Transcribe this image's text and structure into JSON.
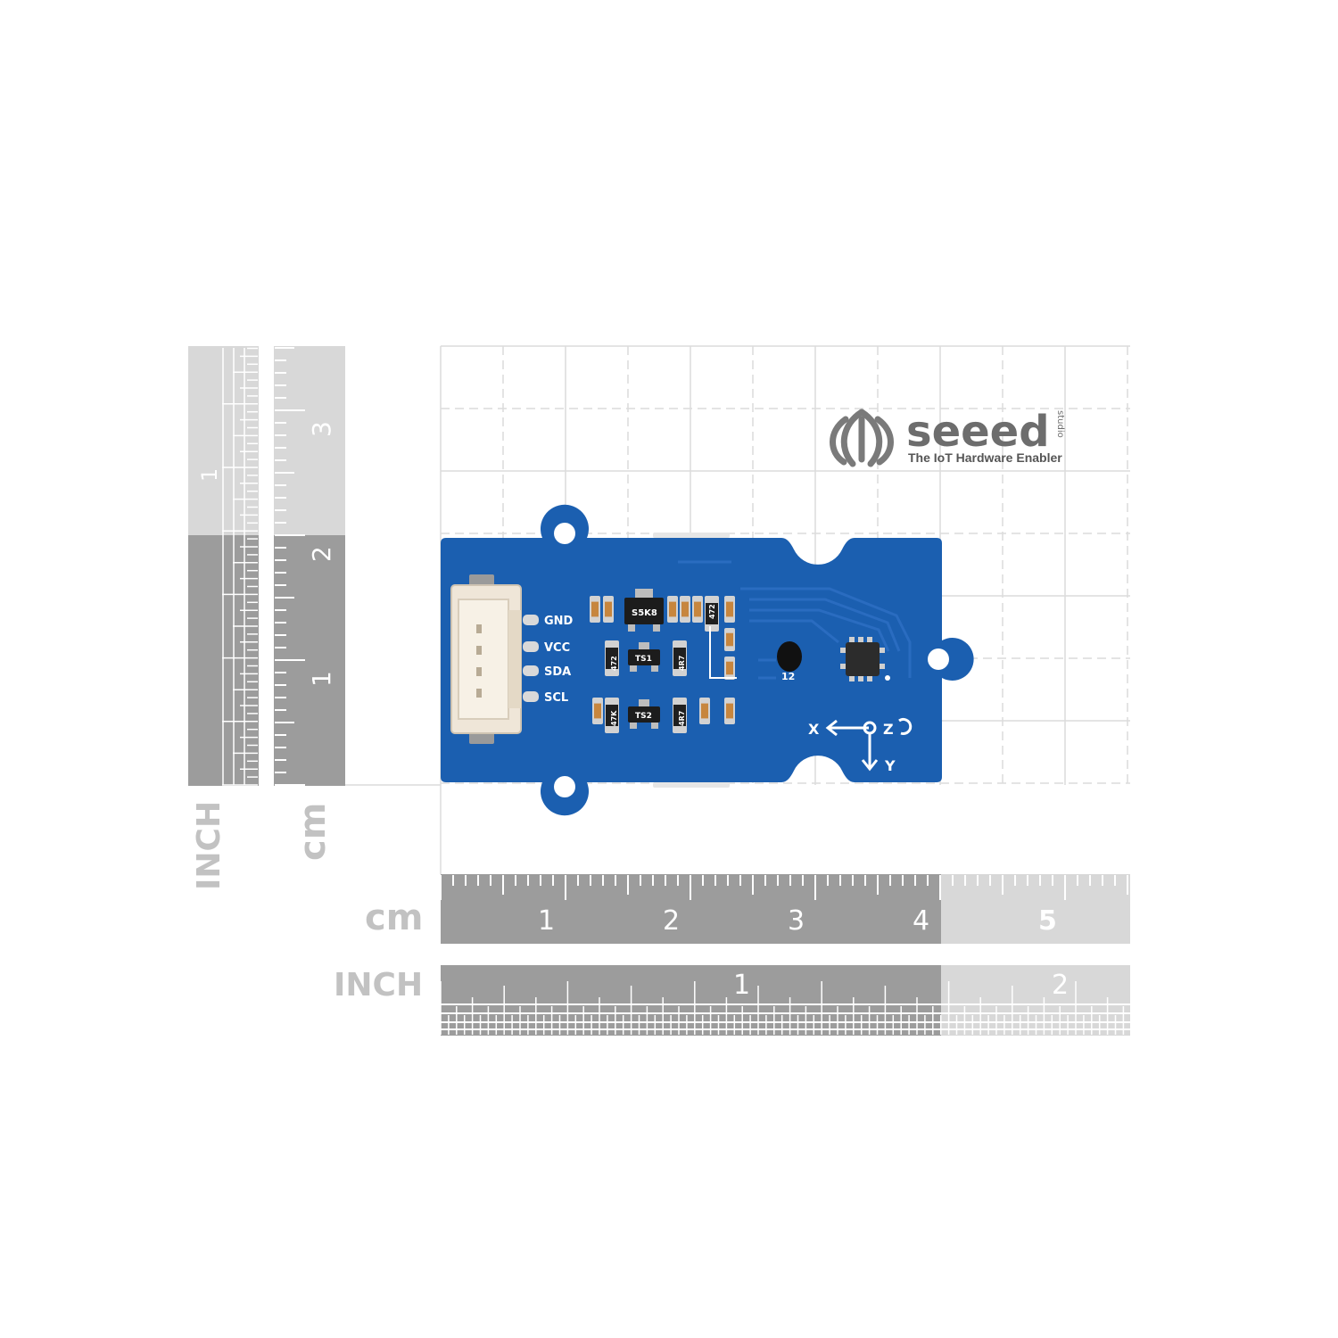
{
  "brand": {
    "name": "seeed",
    "sub": "studio",
    "tagline": "The IoT Hardware Enabler",
    "logo_color": "#6d6d6d"
  },
  "left_rulers": {
    "inch_label": "INCH",
    "cm_label": "cm",
    "inch_numbers": [
      "1"
    ],
    "cm_numbers": [
      "3",
      "2",
      "1"
    ]
  },
  "bottom_rulers": {
    "cm_label": "cm",
    "inch_label": "INCH",
    "cm_numbers": [
      "1",
      "2",
      "3",
      "4",
      "5"
    ],
    "inch_numbers": [
      "1",
      "2"
    ]
  },
  "board": {
    "color": "#1b5fb0",
    "pins": [
      "GND",
      "VCC",
      "SDA",
      "SCL"
    ],
    "chip_marks": [
      "S5K8",
      "TS1",
      "TS2"
    ],
    "resistor_marks": [
      "472",
      "4R7",
      "47K",
      "4R7",
      "472"
    ],
    "axes": {
      "x": "X",
      "y": "Y",
      "z": "Z"
    },
    "sensor_mark": "12"
  }
}
